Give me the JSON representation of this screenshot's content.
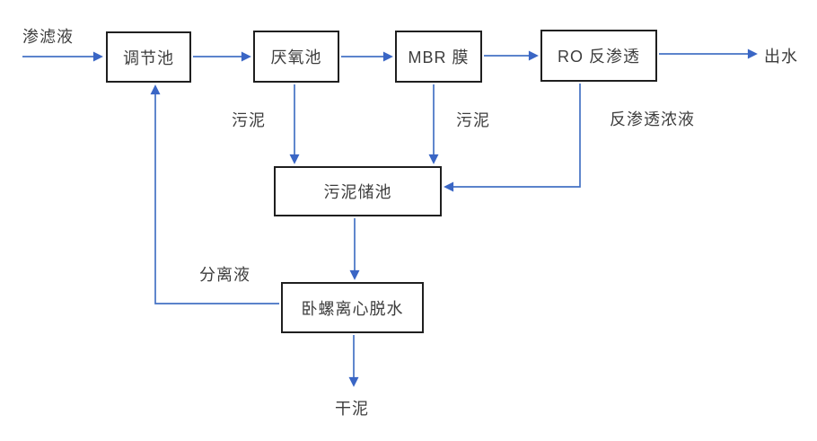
{
  "diagram": {
    "type": "process-flowchart",
    "nodes": {
      "regulation_tank": "调节池",
      "anaerobic_tank": "厌氧池",
      "mbr_membrane": "MBR 膜",
      "ro_reverse_osmosis": "RO 反渗透",
      "sludge_storage_tank": "污泥储池",
      "decanter_centrifuge_dewatering": "卧螺离心脱水"
    },
    "stream_labels": {
      "influent": "渗滤液",
      "effluent": "出水",
      "sludge_from_anaerobic": "污泥",
      "sludge_from_mbr": "污泥",
      "ro_concentrate": "反渗透浓液",
      "separated_liquid": "分离液",
      "dry_sludge": "干泥"
    },
    "edges": [
      {
        "from": "渗滤液",
        "to": "调节池"
      },
      {
        "from": "调节池",
        "to": "厌氧池"
      },
      {
        "from": "厌氧池",
        "to": "MBR 膜"
      },
      {
        "from": "MBR 膜",
        "to": "RO 反渗透"
      },
      {
        "from": "RO 反渗透",
        "to": "出水"
      },
      {
        "from": "厌氧池",
        "to": "污泥储池",
        "label": "污泥"
      },
      {
        "from": "MBR 膜",
        "to": "污泥储池",
        "label": "污泥"
      },
      {
        "from": "RO 反渗透",
        "to": "污泥储池",
        "label": "反渗透浓液"
      },
      {
        "from": "污泥储池",
        "to": "卧螺离心脱水"
      },
      {
        "from": "卧螺离心脱水",
        "to": "调节池",
        "label": "分离液"
      },
      {
        "from": "卧螺离心脱水",
        "to": "干泥"
      }
    ]
  },
  "colors": {
    "accent": "#4472C4",
    "arrowhead": "#3A66C5",
    "box_border": "#1F1F1F",
    "text": "#3D3D3D",
    "background": "#FFFFFF"
  }
}
